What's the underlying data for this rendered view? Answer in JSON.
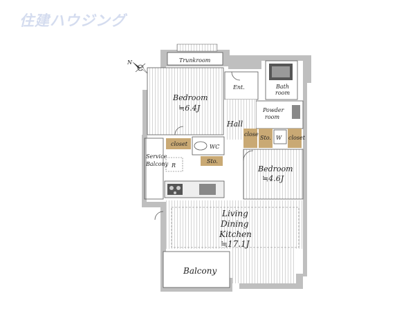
{
  "brand": {
    "logo_text": "住建ハウジング"
  },
  "rooms": {
    "trunkroom": "Trunkroom",
    "entrance": "Ent.",
    "bath_line1": "Bath",
    "bath_line2": "room",
    "powder_line1": "Powder",
    "powder_line2": "room",
    "bedroom1_name": "Bedroom",
    "bedroom1_size": "≒6.4J",
    "hall": "Hall",
    "closet1": "closet",
    "wc": "WC",
    "storage1": "Sto.",
    "service_balcony_line1": "Service",
    "service_balcony_line2": "Balcony",
    "refrigerator": "R",
    "closet2": "closet",
    "storage2": "Sto.",
    "washer": "W",
    "closet3": "closet",
    "bedroom2_name": "Bedroom",
    "bedroom2_size": "≒4.6J",
    "ldk_line1": "Living",
    "ldk_line2": "Dining",
    "ldk_line3": "Kitchen",
    "ldk_size": "≒17.1J",
    "balcony": "Balcony"
  },
  "compass": {
    "north_label": "N"
  }
}
